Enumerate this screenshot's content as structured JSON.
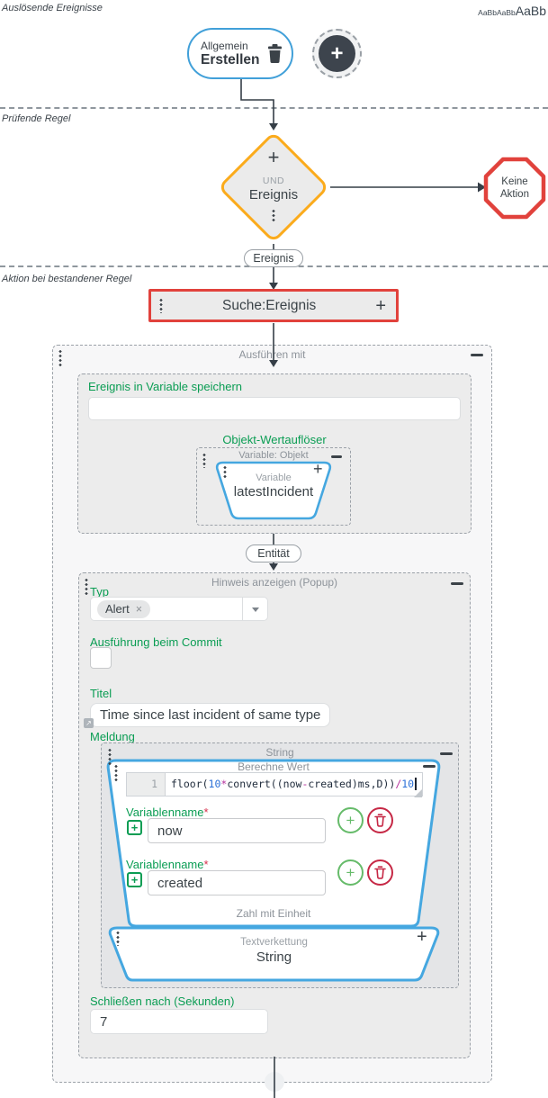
{
  "header": {
    "trigger_section_label": "Auslösende Ereignisse",
    "font_preview": [
      "AaBb",
      "AaBb",
      "AaBb"
    ]
  },
  "sections": {
    "rule_label": "Prüfende Regel",
    "action_label": "Aktion bei bestandener Regel"
  },
  "trigger_node": {
    "category": "Allgemein",
    "name": "Erstellen"
  },
  "add_button": {
    "plus": "+"
  },
  "rule_diamond": {
    "plus": "+",
    "operator": "UND",
    "name": "Ereignis"
  },
  "no_action_node": {
    "label": "Keine Aktion"
  },
  "edge_labels": {
    "rule_out": "Ereignis",
    "resolver_out": "Entität"
  },
  "search_node": {
    "label": "Suche:Ereignis",
    "plus": "+"
  },
  "execute_container": {
    "title": "Ausführen mit"
  },
  "save_variable": {
    "label": "Ereignis in Variable speichern",
    "value": ""
  },
  "object_resolver": {
    "label": "Objekt-Wertauflöser",
    "container_title": "Variable: Objekt",
    "plus": "+",
    "node_type": "Variable",
    "node_value": "latestIncident"
  },
  "popup": {
    "title": "Hinweis anzeigen (Popup)",
    "typ_label": "Typ",
    "typ_chip": "Alert",
    "chip_remove": "×",
    "commit_label": "Ausführung beim Commit",
    "commit_checked": false,
    "titel_label": "Titel",
    "titel_value": "Time since last incident of same type:",
    "expand_glyph": "↗",
    "meldung_label": "Meldung",
    "string_container_title": "String",
    "close_label": "Schließen nach (Sekunden)",
    "close_value": "7"
  },
  "calc": {
    "title": "Berechne Wert",
    "line_number": "1",
    "code_text": "floor(10*convert((now-created)ms,D))/10",
    "code_segments": [
      {
        "t": "floor(",
        "c": "d"
      },
      {
        "t": "10",
        "c": "n"
      },
      {
        "t": "*",
        "c": "o"
      },
      {
        "t": "convert((now",
        "c": "d"
      },
      {
        "t": "-",
        "c": "o"
      },
      {
        "t": "created)ms,D))",
        "c": "d"
      },
      {
        "t": "/",
        "c": "o"
      },
      {
        "t": "10",
        "c": "n"
      }
    ],
    "var_label": "Variablenname",
    "required_mark": "*",
    "vars": [
      "now",
      "created"
    ],
    "row_plus": "+",
    "output_label": "Zahl mit Einheit"
  },
  "concat": {
    "type_label": "Textverkettung",
    "name": "String",
    "plus": "+"
  },
  "colors": {
    "green_label": "#0a9d53",
    "node_blue": "#45a7e0",
    "diamond_orange": "#fbab1c",
    "stop_red": "#e1423c",
    "delete_rose": "#c62845",
    "add_green": "#66bb6a"
  }
}
